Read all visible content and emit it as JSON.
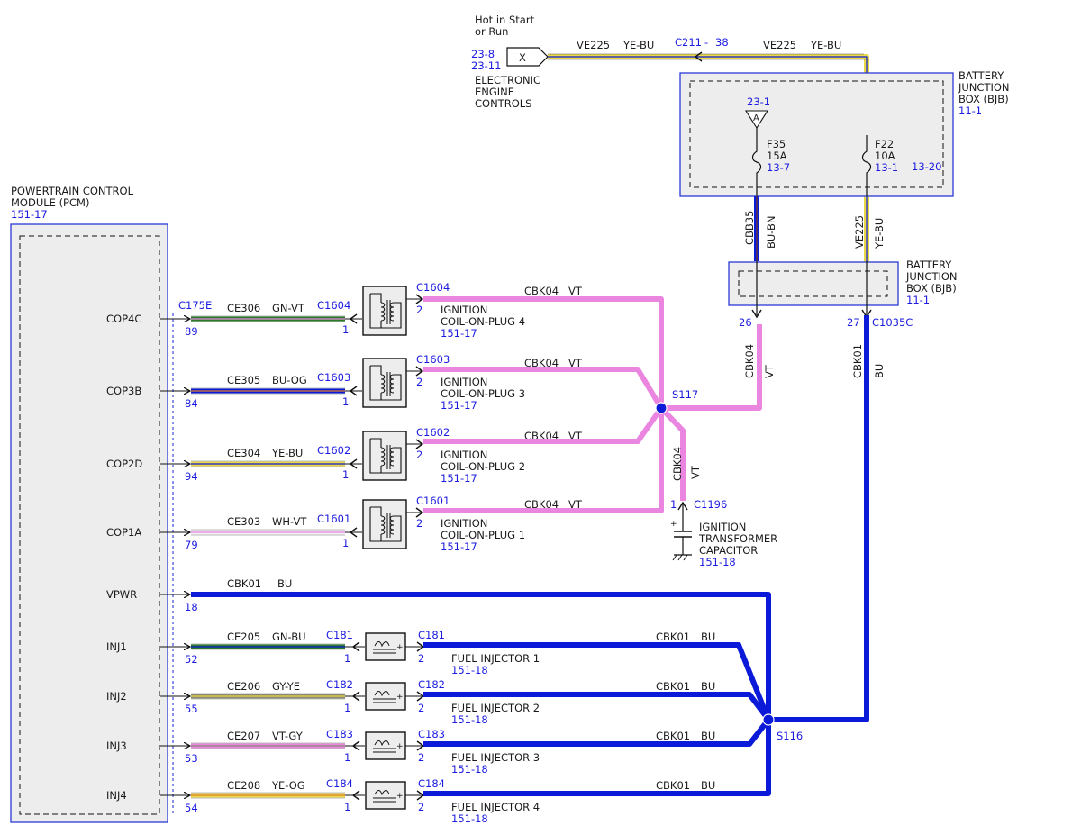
{
  "colors": {
    "blue_ref": "#1c1ce0",
    "BU": "#0a1ad8",
    "VT": "#ea86e0",
    "GN": "#2a7a2a",
    "YE": "#e8d84a",
    "GY": "#8a8a72",
    "WH": "#f2eef4",
    "BN": "#6a3a2a",
    "OG": "#e0802a",
    "module_fill": "#ededed"
  },
  "hot_label": [
    "Hot in Start",
    "or Run"
  ],
  "eec": {
    "refs": [
      "23-8",
      "23-11"
    ],
    "symbol": "X",
    "label": [
      "ELECTRONIC",
      "ENGINE",
      "CONTROLS"
    ]
  },
  "top_wire": {
    "left_circuit": "VE225",
    "left_color": "YE-BU",
    "connector": "C211",
    "dash": "-",
    "pin": "38",
    "right_circuit": "VE225",
    "right_color": "YE-BU"
  },
  "bjb_top": {
    "label": [
      "BATTERY",
      "JUNCTION",
      "BOX (BJB)"
    ],
    "ref": "11-1",
    "ref2": "13-20",
    "f35": {
      "ref": "23-1",
      "symbol": "A",
      "name": "F35",
      "rating": "15A",
      "page": "13-7"
    },
    "f22": {
      "name": "F22",
      "rating": "10A",
      "page": "13-1"
    }
  },
  "bjb_mid": {
    "label": [
      "BATTERY",
      "JUNCTION",
      "BOX (BJB)"
    ],
    "ref": "11-1",
    "left_circuit": "CBB35",
    "left_color": "BU-BN",
    "right_circuit": "VE225",
    "right_color": "YE-BU",
    "pin_left": "26",
    "pin_right": "27",
    "connector": "C1035C",
    "down_left_circuit": "CBK04",
    "down_left_color": "VT",
    "down_right_circuit": "CBK01",
    "down_right_color": "BU"
  },
  "pcm": {
    "label": [
      "POWERTRAIN CONTROL",
      "MODULE (PCM)"
    ],
    "ref": "151-17",
    "connector": "C175E",
    "pins": [
      {
        "name": "COP4C",
        "num": "89"
      },
      {
        "name": "COP3B",
        "num": "84"
      },
      {
        "name": "COP2D",
        "num": "94"
      },
      {
        "name": "COP1A",
        "num": "79"
      },
      {
        "name": "VPWR",
        "num": "18"
      },
      {
        "name": "INJ1",
        "num": "52"
      },
      {
        "name": "INJ2",
        "num": "55"
      },
      {
        "name": "INJ3",
        "num": "53"
      },
      {
        "name": "INJ4",
        "num": "54"
      }
    ]
  },
  "coils": [
    {
      "circuit": "CE306",
      "color": "GN-VT",
      "conn": "C1604",
      "pin_in": "1",
      "pin_out": "2",
      "conn_out": "C1604",
      "label": [
        "IGNITION",
        "COIL-ON-PLUG 4"
      ],
      "ref": "151-17",
      "out_circuit": "CBK04",
      "out_color": "VT"
    },
    {
      "circuit": "CE305",
      "color": "BU-OG",
      "conn": "C1603",
      "pin_in": "1",
      "pin_out": "2",
      "conn_out": "C1603",
      "label": [
        "IGNITION",
        "COIL-ON-PLUG 3"
      ],
      "ref": "151-17",
      "out_circuit": "CBK04",
      "out_color": "VT"
    },
    {
      "circuit": "CE304",
      "color": "YE-BU",
      "conn": "C1602",
      "pin_in": "1",
      "pin_out": "2",
      "conn_out": "C1602",
      "label": [
        "IGNITION",
        "COIL-ON-PLUG 2"
      ],
      "ref": "151-17",
      "out_circuit": "CBK04",
      "out_color": "VT"
    },
    {
      "circuit": "CE303",
      "color": "WH-VT",
      "conn": "C1601",
      "pin_in": "1",
      "pin_out": "2",
      "conn_out": "C1601",
      "label": [
        "IGNITION",
        "COIL-ON-PLUG 1"
      ],
      "ref": "151-17",
      "out_circuit": "CBK04",
      "out_color": "VT"
    }
  ],
  "s117": "S117",
  "capacitor": {
    "circuit": "CBK04",
    "color": "VT",
    "pin": "1",
    "conn": "C1196",
    "label": [
      "IGNITION",
      "TRANSFORMER",
      "CAPACITOR"
    ],
    "ref": "151-18"
  },
  "vpwr_wire": {
    "circuit": "CBK01",
    "color": "BU"
  },
  "injectors": [
    {
      "circuit": "CE205",
      "color": "GN-BU",
      "conn": "C181",
      "pin_in": "1",
      "pin_out": "2",
      "conn_out": "C181",
      "label": "FUEL INJECTOR 1",
      "ref": "151-18",
      "out_circuit": "CBK01",
      "out_color": "BU"
    },
    {
      "circuit": "CE206",
      "color": "GY-YE",
      "conn": "C182",
      "pin_in": "1",
      "pin_out": "2",
      "conn_out": "C182",
      "label": "FUEL INJECTOR 2",
      "ref": "151-18",
      "out_circuit": "CBK01",
      "out_color": "BU"
    },
    {
      "circuit": "CE207",
      "color": "VT-GY",
      "conn": "C183",
      "pin_in": "1",
      "pin_out": "2",
      "conn_out": "C183",
      "label": "FUEL INJECTOR 3",
      "ref": "151-18",
      "out_circuit": "CBK01",
      "out_color": "BU"
    },
    {
      "circuit": "CE208",
      "color": "YE-OG",
      "conn": "C184",
      "pin_in": "1",
      "pin_out": "2",
      "conn_out": "C184",
      "label": "FUEL INJECTOR 4",
      "ref": "151-18",
      "out_circuit": "CBK01",
      "out_color": "BU"
    }
  ],
  "s116": "S116"
}
